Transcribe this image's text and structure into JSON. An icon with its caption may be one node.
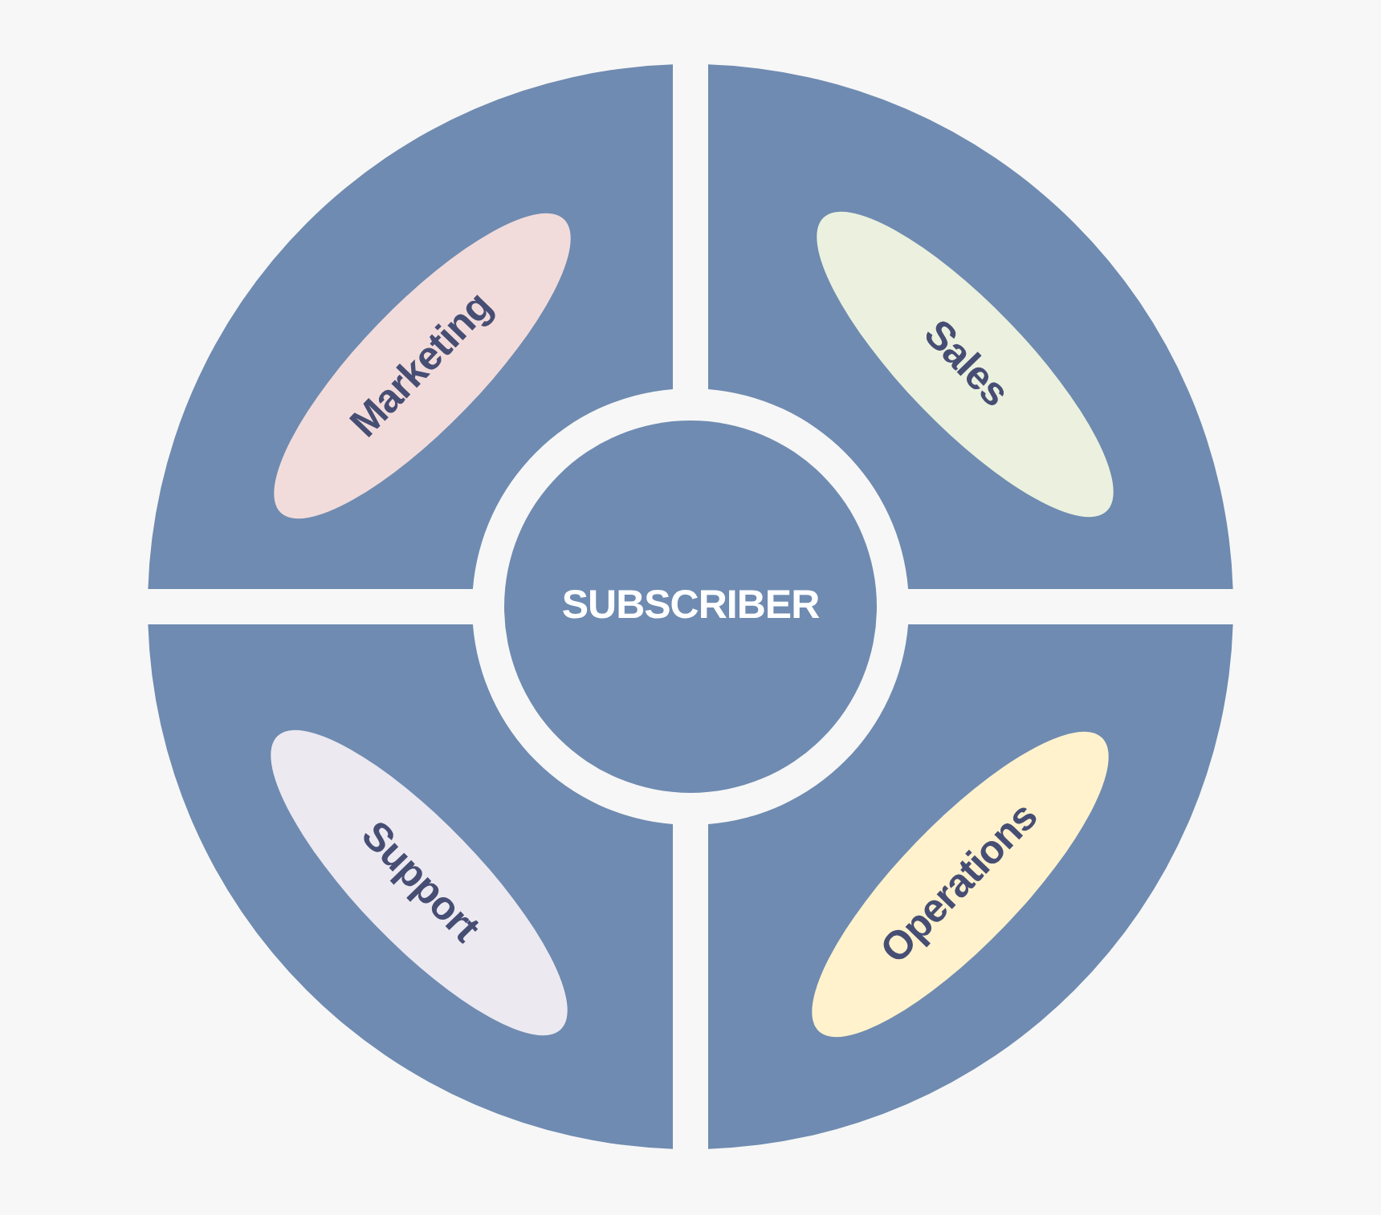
{
  "diagram": {
    "nodes": [
      {
        "text": [],
        "shape": "quadrant"
      },
      {
        "text": [
          "Marketing"
        ],
        "in": 0
      },
      {
        "text": [],
        "shape": "quadrant"
      },
      {
        "text": [
          "Sales"
        ],
        "in": 2
      },
      {
        "text": [
          "SUBSCRIBER"
        ]
      },
      {
        "text": [],
        "shape": "quadrant"
      },
      {
        "text": [
          "Support"
        ],
        "in": 5
      },
      {
        "text": [],
        "shape": "quadrant"
      },
      {
        "text": [
          "Operations"
        ],
        "in": 7
      }
    ]
  }
}
